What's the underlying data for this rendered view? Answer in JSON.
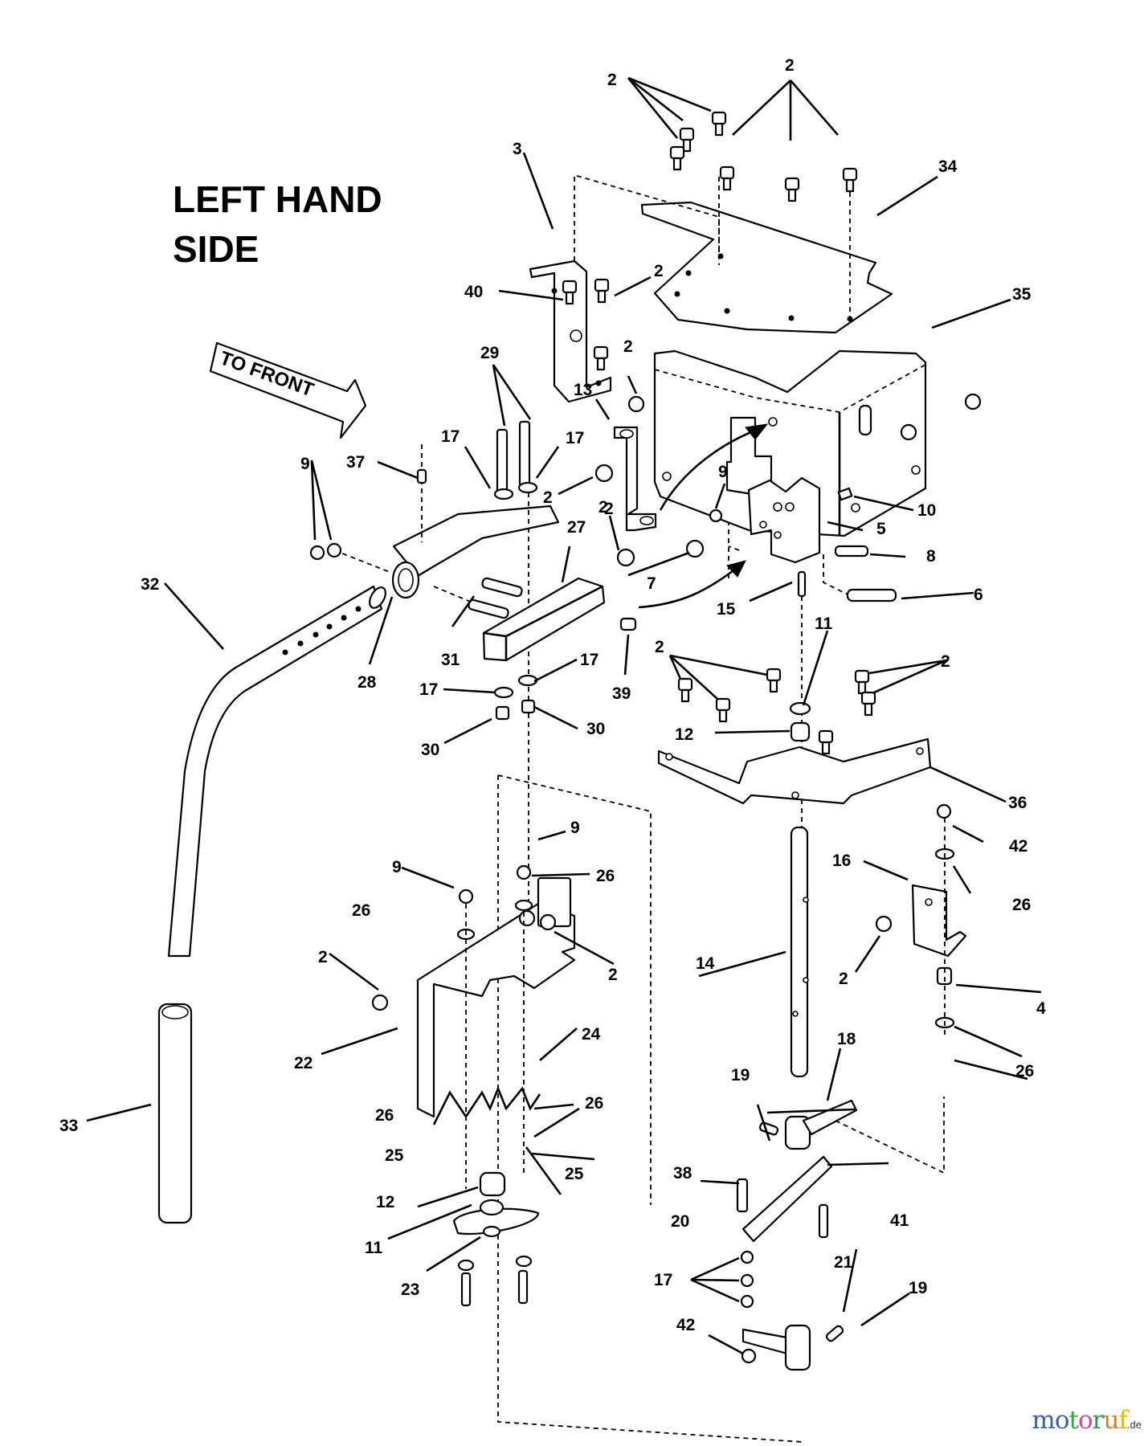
{
  "diagram": {
    "title_line1": "LEFT HAND",
    "title_line2": "SIDE",
    "direction_arrow": "TO FRONT",
    "callouts": [
      {
        "id": "c2a",
        "label": "2"
      },
      {
        "id": "c2b",
        "label": "2"
      },
      {
        "id": "c3",
        "label": "3"
      },
      {
        "id": "c34",
        "label": "34"
      },
      {
        "id": "c2c",
        "label": "2"
      },
      {
        "id": "c40",
        "label": "40"
      },
      {
        "id": "c35",
        "label": "35"
      },
      {
        "id": "c29",
        "label": "29"
      },
      {
        "id": "c2d",
        "label": "2"
      },
      {
        "id": "c13",
        "label": "13"
      },
      {
        "id": "c17a",
        "label": "17"
      },
      {
        "id": "c17b",
        "label": "17"
      },
      {
        "id": "c37",
        "label": "37"
      },
      {
        "id": "c9a",
        "label": "9"
      },
      {
        "id": "c2e",
        "label": "2"
      },
      {
        "id": "c9b",
        "label": "9"
      },
      {
        "id": "c2f",
        "label": "2"
      },
      {
        "id": "c10",
        "label": "10"
      },
      {
        "id": "c5",
        "label": "5"
      },
      {
        "id": "c27",
        "label": "27"
      },
      {
        "id": "c2g",
        "label": "2"
      },
      {
        "id": "c7",
        "label": "7"
      },
      {
        "id": "c8",
        "label": "8"
      },
      {
        "id": "c32",
        "label": "32"
      },
      {
        "id": "c6",
        "label": "6"
      },
      {
        "id": "c15",
        "label": "15"
      },
      {
        "id": "c31",
        "label": "31"
      },
      {
        "id": "c28",
        "label": "28"
      },
      {
        "id": "c11a",
        "label": "11"
      },
      {
        "id": "c2h",
        "label": "2"
      },
      {
        "id": "c2i",
        "label": "2"
      },
      {
        "id": "c17c",
        "label": "17"
      },
      {
        "id": "c17d",
        "label": "17"
      },
      {
        "id": "c39",
        "label": "39"
      },
      {
        "id": "c12a",
        "label": "12"
      },
      {
        "id": "c30a",
        "label": "30"
      },
      {
        "id": "c30b",
        "label": "30"
      },
      {
        "id": "c36",
        "label": "36"
      },
      {
        "id": "c9c",
        "label": "9"
      },
      {
        "id": "c26a",
        "label": "26"
      },
      {
        "id": "c42a",
        "label": "42"
      },
      {
        "id": "c9d",
        "label": "9"
      },
      {
        "id": "c16",
        "label": "16"
      },
      {
        "id": "c26b",
        "label": "26"
      },
      {
        "id": "c26c",
        "label": "26"
      },
      {
        "id": "c2j",
        "label": "2"
      },
      {
        "id": "c2k",
        "label": "2"
      },
      {
        "id": "c14",
        "label": "14"
      },
      {
        "id": "c2l",
        "label": "2"
      },
      {
        "id": "c4",
        "label": "4"
      },
      {
        "id": "c22",
        "label": "22"
      },
      {
        "id": "c24",
        "label": "24"
      },
      {
        "id": "c26d",
        "label": "26"
      },
      {
        "id": "c18",
        "label": "18"
      },
      {
        "id": "c26e",
        "label": "26"
      },
      {
        "id": "c26f",
        "label": "26"
      },
      {
        "id": "c33",
        "label": "33"
      },
      {
        "id": "c19a",
        "label": "19"
      },
      {
        "id": "c25a",
        "label": "25"
      },
      {
        "id": "c25b",
        "label": "25"
      },
      {
        "id": "c38",
        "label": "38"
      },
      {
        "id": "c12b",
        "label": "12"
      },
      {
        "id": "c41",
        "label": "41"
      },
      {
        "id": "c20",
        "label": "20"
      },
      {
        "id": "c11b",
        "label": "11"
      },
      {
        "id": "c21",
        "label": "21"
      },
      {
        "id": "c17e",
        "label": "17"
      },
      {
        "id": "c19b",
        "label": "19"
      },
      {
        "id": "c23",
        "label": "23"
      },
      {
        "id": "c42b",
        "label": "42"
      }
    ]
  },
  "watermark": {
    "letters": [
      "m",
      "o",
      "t",
      "o",
      "r",
      "u",
      "f"
    ],
    "colors": [
      "#3a5fb0",
      "#3a5fb0",
      "#3aa04a",
      "#d04a9a",
      "#2a9a4a",
      "#e07a20",
      "#e6b800"
    ],
    "suffix": ".de"
  }
}
